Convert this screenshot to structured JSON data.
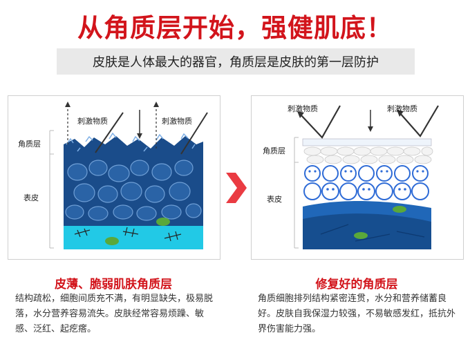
{
  "header": {
    "title": "从角质层开始，强健肌底！",
    "subtitle": "皮肤是人体最大的器官，角质层是皮肤的第一层防护"
  },
  "left_panel": {
    "irritant_label_1": "刺激物质",
    "irritant_label_2": "刺激物质",
    "layer_label": "角质层",
    "epidermis_label": "表皮",
    "caption": "皮薄、脆弱肌肤角质层",
    "description": "结构疏松，细胞间质充不满，有明显缺失，极易脱落，水分营养容易流失。皮肤经常容易烦躁、敏感、泛红、起疙瘩。"
  },
  "right_panel": {
    "irritant_label_1": "刺激物质",
    "irritant_label_2": "刺激物质",
    "layer_label": "角质层",
    "epidermis_label": "表皮",
    "caption": "修复好的角质层",
    "description": "角质细胞排列结构紧密连贯，水分和营养储蓄良好。皮肤自我保湿力较强，不易敏感发红，抵抗外界伤害能力强。"
  },
  "colors": {
    "accent_red": "#d2141b",
    "deep_blue": "#1a4c8a",
    "cyan": "#22c9e6",
    "cell_blue": "#2e6bd6"
  }
}
